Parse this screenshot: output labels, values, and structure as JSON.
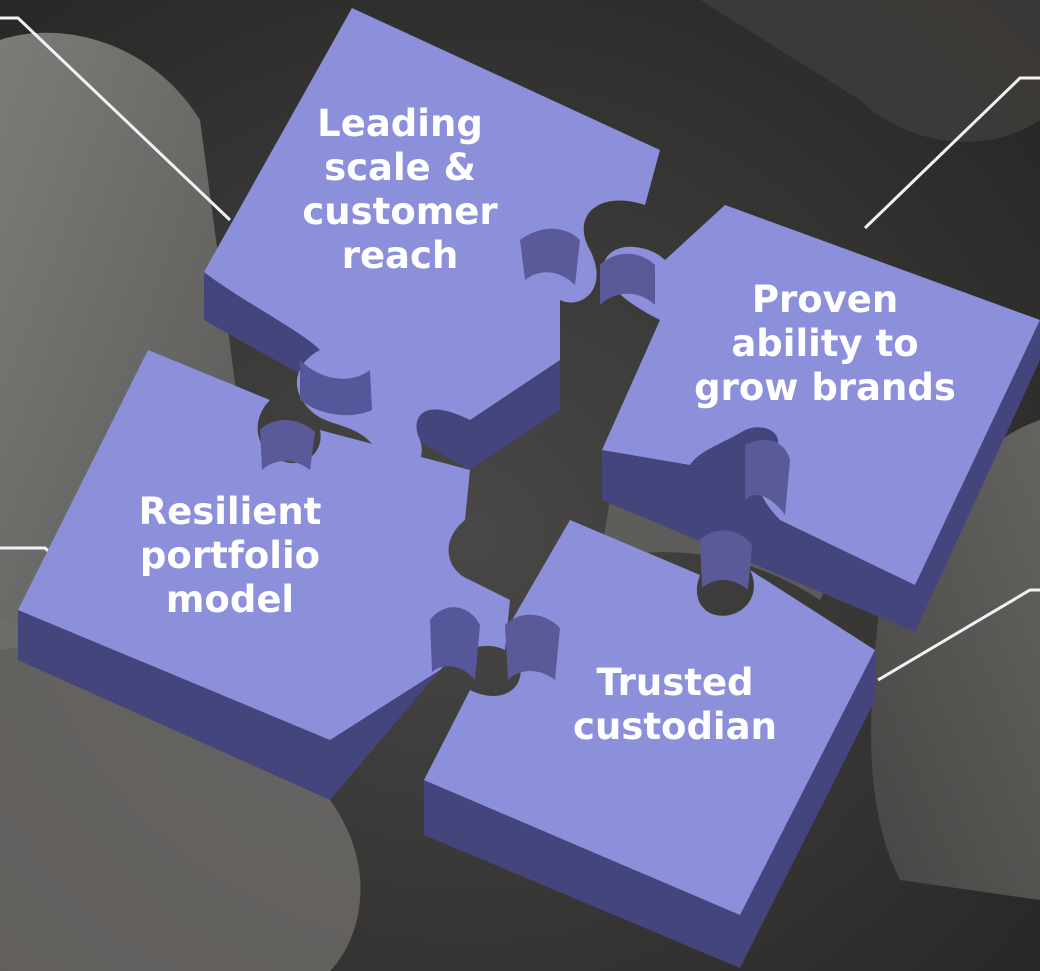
{
  "pieces": [
    {
      "id": "leading",
      "text": "Leading\nscale &\ncustomer\nreach"
    },
    {
      "id": "proven",
      "text": "Proven\nability to\ngrow brands"
    },
    {
      "id": "resilient",
      "text": "Resilient\nportfolio\nmodel"
    },
    {
      "id": "trusted",
      "text": "Trusted\ncustodian"
    }
  ],
  "colors": {
    "piece_top": "#8b8ed8",
    "piece_side": "#4b4b86",
    "piece_side_dark": "#3a3a68",
    "connector_line": "#f2f2f2",
    "background": "#2f2d2c"
  }
}
